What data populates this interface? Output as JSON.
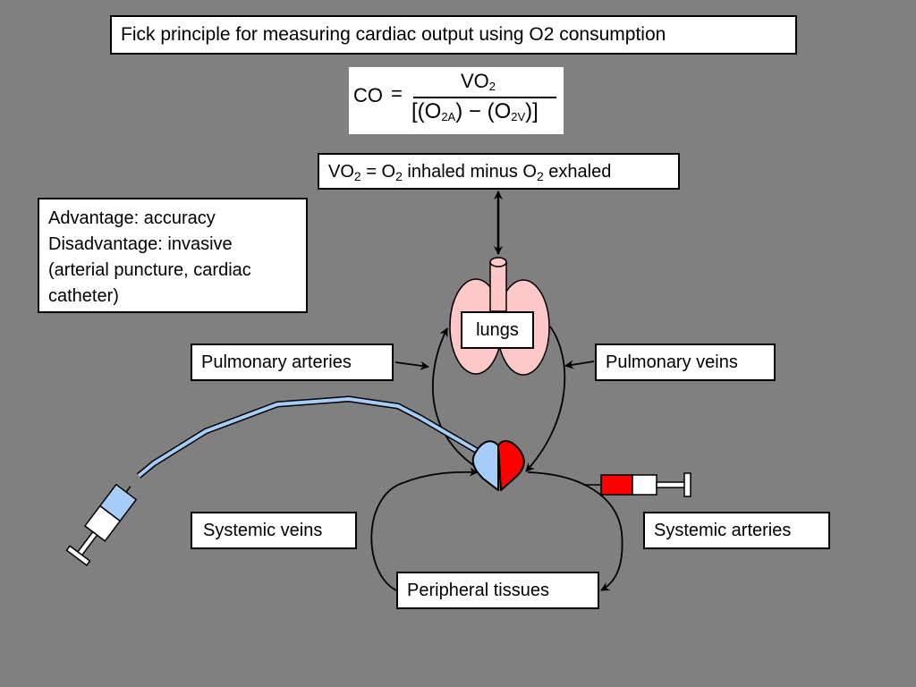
{
  "title": "Fick principle for measuring cardiac output using O2 consumption",
  "formula": {
    "lhs": "CO",
    "equals": "=",
    "numerator_main": "VO",
    "numerator_sub": "2",
    "denominator_open": "[(O",
    "arterial_sub": "2A",
    "minus": ") − (O",
    "venous_sub": "2V",
    "denominator_close": ")]"
  },
  "vo2_definition": {
    "part1": "VO",
    "sub1": "2",
    "part2": " = O",
    "sub2": "2",
    "part3": " inhaled minus O",
    "sub3": "2",
    "part4": " exhaled"
  },
  "advantages": {
    "lines": [
      "Advantage: accuracy",
      "Disadvantage: invasive",
      "(arterial puncture, cardiac",
      "catheter)"
    ]
  },
  "labels": {
    "lungs": "lungs",
    "pulmonary_arteries": "Pulmonary arteries",
    "pulmonary_veins": "Pulmonary veins",
    "systemic_veins": "Systemic veins",
    "systemic_arteries": "Systemic arteries",
    "peripheral_tissues": "Peripheral tissues"
  },
  "colors": {
    "background": "#808080",
    "venous_blue": "#a6cdf7",
    "arterial_red": "#ff0000",
    "lung_pink": "#ffc8c8"
  }
}
